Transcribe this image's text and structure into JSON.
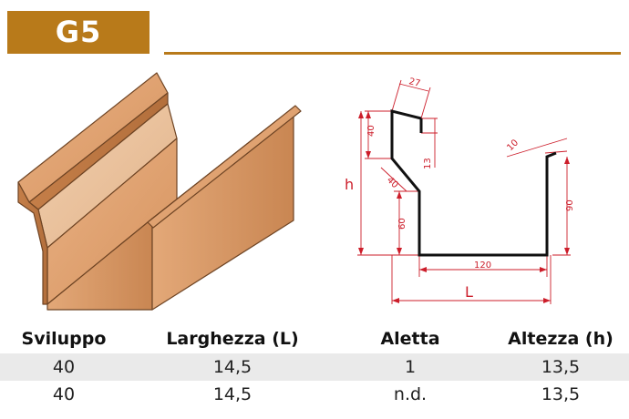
{
  "title": "G5",
  "colors": {
    "brand": "#b87a1a",
    "dimension": "#cc1d2a",
    "profile": "#111111",
    "row_shade": "#eaeaea"
  },
  "drawing_labels": {
    "d27": "27",
    "d40_top": "40",
    "d13": "13",
    "d40_diag": "40",
    "d60": "60",
    "h": "h",
    "d10": "10",
    "d90": "90",
    "d120": "120",
    "L": "L"
  },
  "table": {
    "headers": [
      "Sviluppo",
      "Larghezza (L)",
      "Aletta",
      "Altezza (h)"
    ],
    "rows": [
      [
        "40",
        "14,5",
        "1",
        "13,5"
      ],
      [
        "40",
        "14,5",
        "n.d.",
        "13,5"
      ]
    ]
  }
}
